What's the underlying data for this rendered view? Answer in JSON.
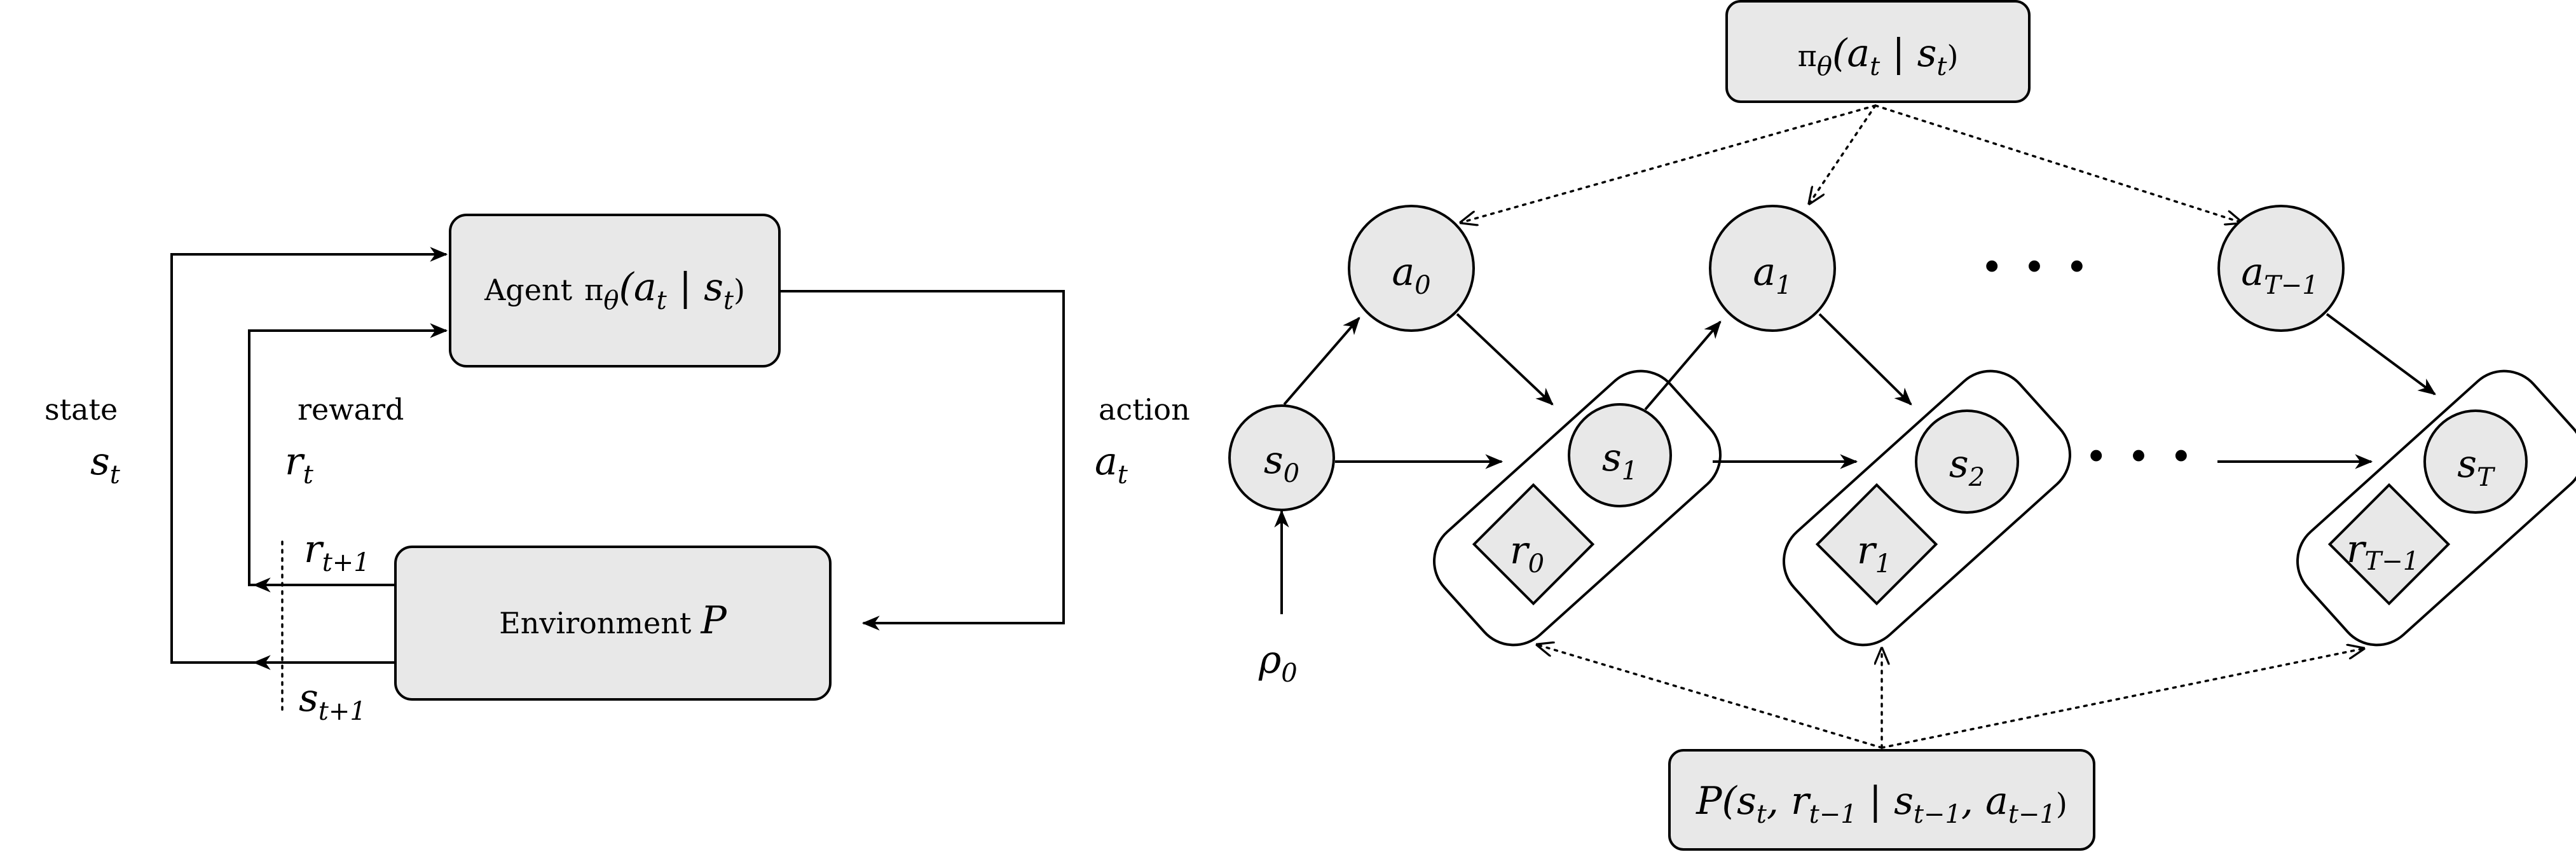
{
  "left": {
    "agent": {
      "text": "Agent",
      "policy": "π",
      "theta": "θ",
      "args": "(a",
      "t1": "t",
      "bar": " | s",
      "t2": "t",
      "close": ")"
    },
    "environment": {
      "text": "Environment",
      "P": "P"
    },
    "state": {
      "word": "state",
      "sym": "s",
      "sub": "t"
    },
    "reward": {
      "word": "reward",
      "sym": "r",
      "sub": "t"
    },
    "action": {
      "word": "action",
      "sym": "a",
      "sub": "t"
    },
    "r_next": {
      "sym": "r",
      "sub": "t+1"
    },
    "s_next": {
      "sym": "s",
      "sub": "t+1"
    }
  },
  "right": {
    "policy": {
      "pi": "π",
      "theta": "θ",
      "open": "(a",
      "t1": "t",
      "bar": " | s",
      "t2": "t",
      "close": ")"
    },
    "a0": {
      "sym": "a",
      "sub": "0"
    },
    "a1": {
      "sym": "a",
      "sub": "1"
    },
    "aT": {
      "sym": "a",
      "sub": "T−1"
    },
    "s0": {
      "sym": "s",
      "sub": "0"
    },
    "s1": {
      "sym": "s",
      "sub": "1"
    },
    "s2": {
      "sym": "s",
      "sub": "2"
    },
    "sT": {
      "sym": "s",
      "sub": "T"
    },
    "r0": {
      "sym": "r",
      "sub": "0"
    },
    "r1": {
      "sym": "r",
      "sub": "1"
    },
    "rT": {
      "sym": "r",
      "sub": "T−1"
    },
    "rho": {
      "sym": "ρ",
      "sub": "0"
    },
    "dots_top": "· · ·",
    "dots_mid": "· · ·",
    "transition": {
      "P": "P(s",
      "s_t": "t",
      "r": ", r",
      "r_t": "t−1",
      "bar": " | s",
      "s_t1": "t−1",
      "a": ", a",
      "a_t1": "t−1",
      "close": ")"
    }
  }
}
